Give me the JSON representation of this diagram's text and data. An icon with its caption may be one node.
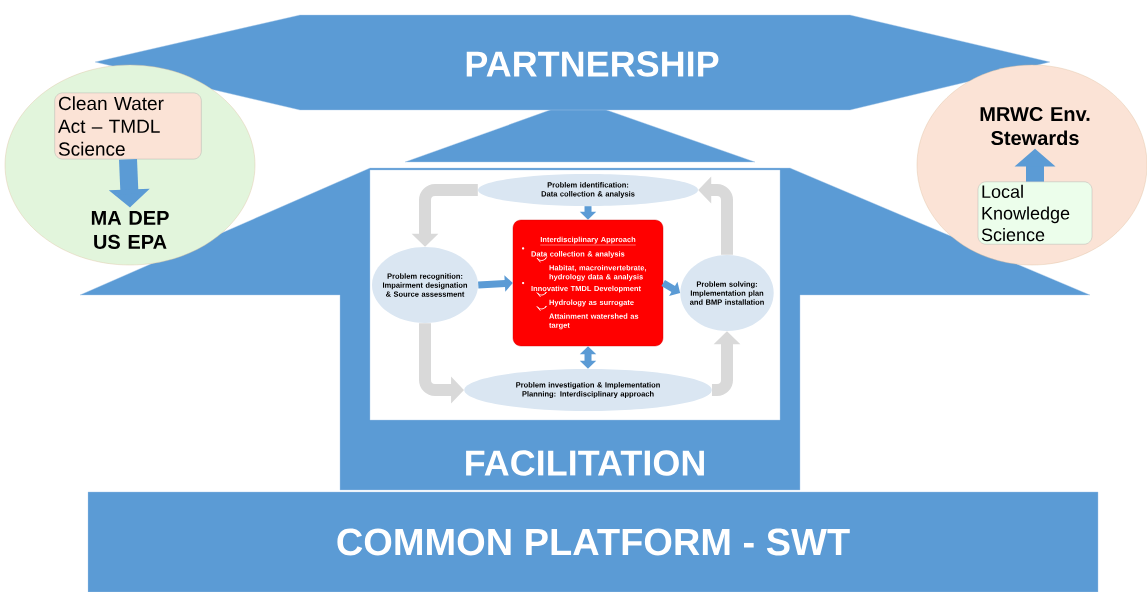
{
  "diagram": {
    "nodes": [
      {
        "text": [
          "PARTNERSHIP"
        ]
      },
      {
        "text": [],
        "shape": "circle"
      },
      {
        "text": [
          "Clean Water Act – TMDL Science"
        ],
        "in": 1
      },
      {
        "text": [
          "MA DEP US EPA"
        ],
        "in": 1
      },
      {
        "text": [],
        "shape": "circle"
      },
      {
        "text": [
          "MRWC Env. Stewards"
        ],
        "in": 4
      },
      {
        "text": [
          "Local Knowledge Science"
        ],
        "in": 4
      },
      {
        "text": [
          "FACILITATION"
        ]
      },
      {
        "text": [],
        "shape": "box",
        "in": 7
      },
      {
        "text": [
          "Problem identification: Data collection & analysis"
        ],
        "in": 8
      },
      {
        "text": [
          "Problem recognition: Impairment designation & Source assessment"
        ],
        "in": 8
      },
      {
        "text": [
          "Interdisciplinary Approach",
          "Data collection & analysis",
          "Habitat, macroinvertebrate, hydrology data & analysis",
          "Innovative TMDL Development",
          "Hydrology as surrogate",
          "Attainment watershed as target"
        ],
        "in": 8
      },
      {
        "text": [
          "Problem solving: Implementation plan and BMP installation"
        ],
        "in": 8
      },
      {
        "text": [
          "Problem investigation & Implementation Planning: Interdisciplinary approach"
        ],
        "in": 8
      },
      {
        "text": [
          "COMMON PLATFORM - SWT"
        ]
      }
    ],
    "edges": [
      {
        "from": 2,
        "to": 3,
        "arrow": "to"
      },
      {
        "from": 6,
        "to": 5,
        "arrow": "to"
      },
      {
        "from": 9,
        "to": 10,
        "arrow": "to",
        "color": "#d9d9d9"
      },
      {
        "from": 10,
        "to": 13,
        "arrow": "to",
        "color": "#d9d9d9"
      },
      {
        "from": 13,
        "to": 12,
        "arrow": "to",
        "color": "#d9d9d9"
      },
      {
        "from": 12,
        "to": 9,
        "arrow": "to",
        "color": "#d9d9d9"
      },
      {
        "from": 9,
        "to": 11,
        "arrow": "to"
      },
      {
        "from": 10,
        "to": 11,
        "arrow": "to"
      },
      {
        "from": 11,
        "to": 12,
        "arrow": "to"
      },
      {
        "from": 11,
        "to": 13,
        "arrow": "both"
      }
    ]
  }
}
